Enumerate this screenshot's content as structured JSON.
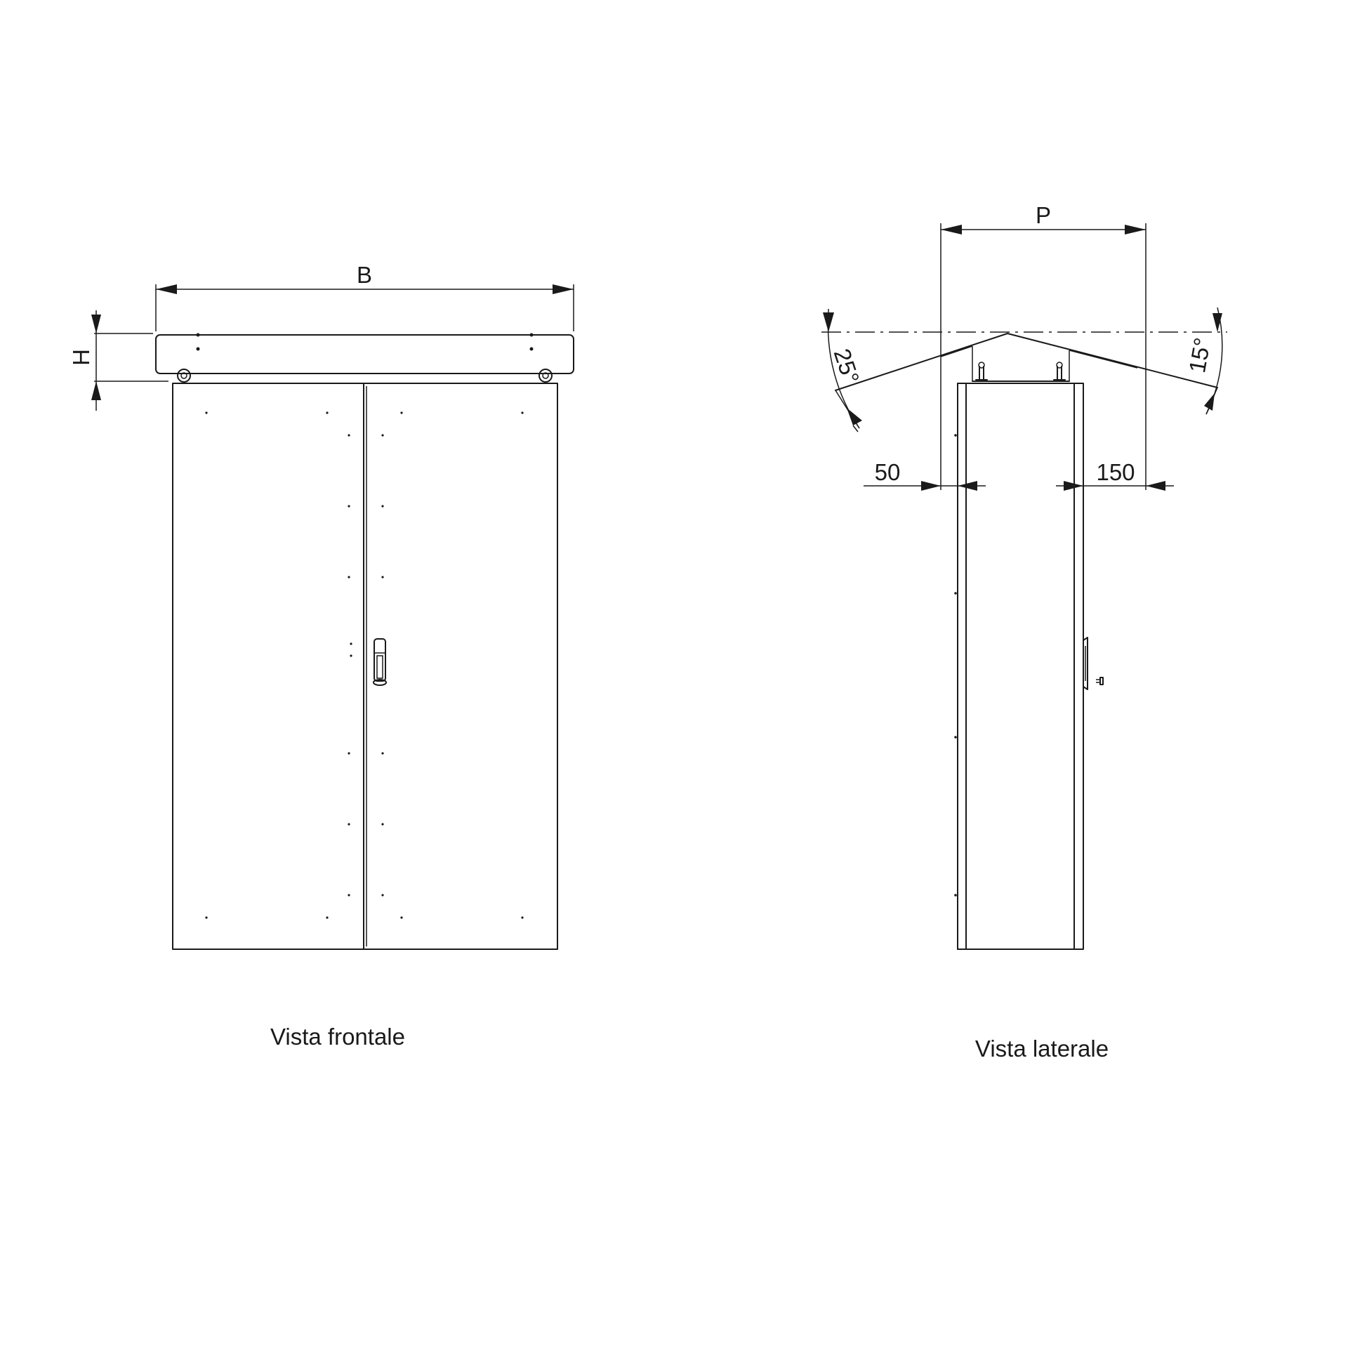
{
  "front_view": {
    "caption": "Vista frontale",
    "dim_width_label": "B",
    "dim_height_label": "H"
  },
  "side_view": {
    "caption": "Vista laterale",
    "dim_depth_label": "P",
    "angle_left_label": "25°",
    "angle_right_label": "15°",
    "offset_front_label": "50",
    "offset_back_label": "150"
  }
}
